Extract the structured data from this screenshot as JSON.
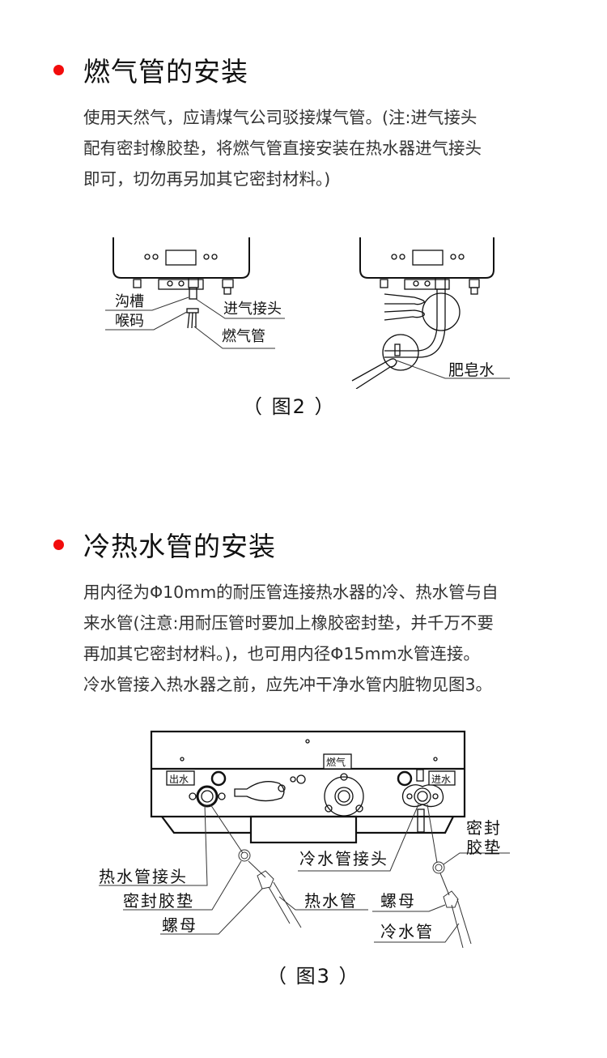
{
  "section1": {
    "title": "燃气管的安装",
    "bullet_color": "#f20c0c",
    "paragraph_lines": [
      "使用天然气，应请煤气公司驳接煤气管。(注:进气接头",
      "配有密封橡胶垫，将燃气管直接安装在热水器进气接头",
      "即可，切勿再另加其它密封材料。)"
    ],
    "figure": {
      "left_labels": {
        "groove": "沟槽",
        "clamp": "喉码",
        "gas_inlet_connector": "进气接头",
        "gas_pipe": "燃气管"
      },
      "right_labels": {
        "soap_water": "肥皂水"
      },
      "caption": "（ 图2 ）"
    }
  },
  "section2": {
    "title": "冷热水管的安装",
    "paragraph_lines": [
      "用内径为Φ10mm的耐压管连接热水器的冷、热水管与自",
      "来水管(注意:用耐压管时要加上橡胶密封垫，并千万不要",
      "再加其它密封材料。)，也可用内径Φ15mm水管连接。",
      "冷水管接入热水器之前，应先冲干净水管内脏物见图3。"
    ],
    "figure": {
      "panel_labels": {
        "water_out": "出水",
        "gas": "燃气",
        "water_in": "进水"
      },
      "callouts": {
        "hot_water_connector": "热水管接头",
        "seal_gasket_left": "密封胶垫",
        "nut_left": "螺母",
        "hot_water_pipe": "热水管",
        "cold_water_connector": "冷水管接头",
        "seal_gasket_right_line1": "密封",
        "seal_gasket_right_line2": "胶垫",
        "nut_right": "螺母",
        "cold_water_pipe": "冷水管"
      },
      "caption": "（ 图3 ）"
    }
  }
}
